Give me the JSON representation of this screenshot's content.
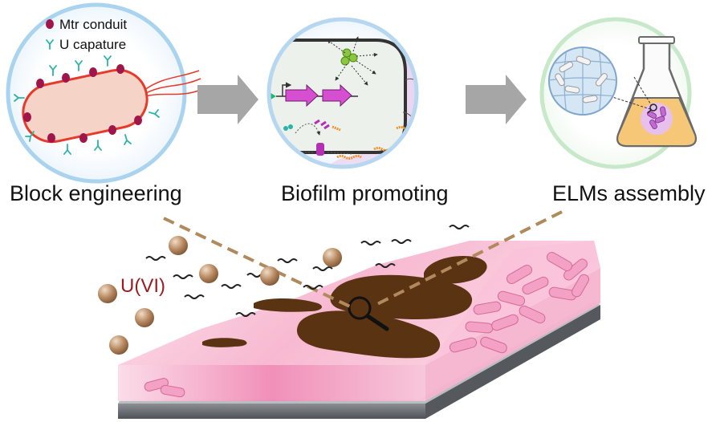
{
  "stages": [
    {
      "label": "Block engineering"
    },
    {
      "label": "Biofilm promoting"
    },
    {
      "label": "ELMs assembly"
    }
  ],
  "legend": {
    "items": [
      {
        "label": "Mtr conduit",
        "icon": "mtr-conduit-dot-icon",
        "color": "#a0154a"
      },
      {
        "label": "U capature",
        "icon": "u-capture-y-icon",
        "color": "#2bb3a8"
      }
    ]
  },
  "uranium_label": "U(VI)",
  "colors": {
    "circle_border_1": "#a9d3ee",
    "circle_border_2": "#b7d6f0",
    "circle_border_3": "#c7e8c9",
    "bacterium_outline": "#e63a2a",
    "biofilm": "#5a3412",
    "uranium_particle": "#b07f58",
    "slab_pink": "#f4a7c7",
    "arrow_gray": "#a6a6a6"
  }
}
